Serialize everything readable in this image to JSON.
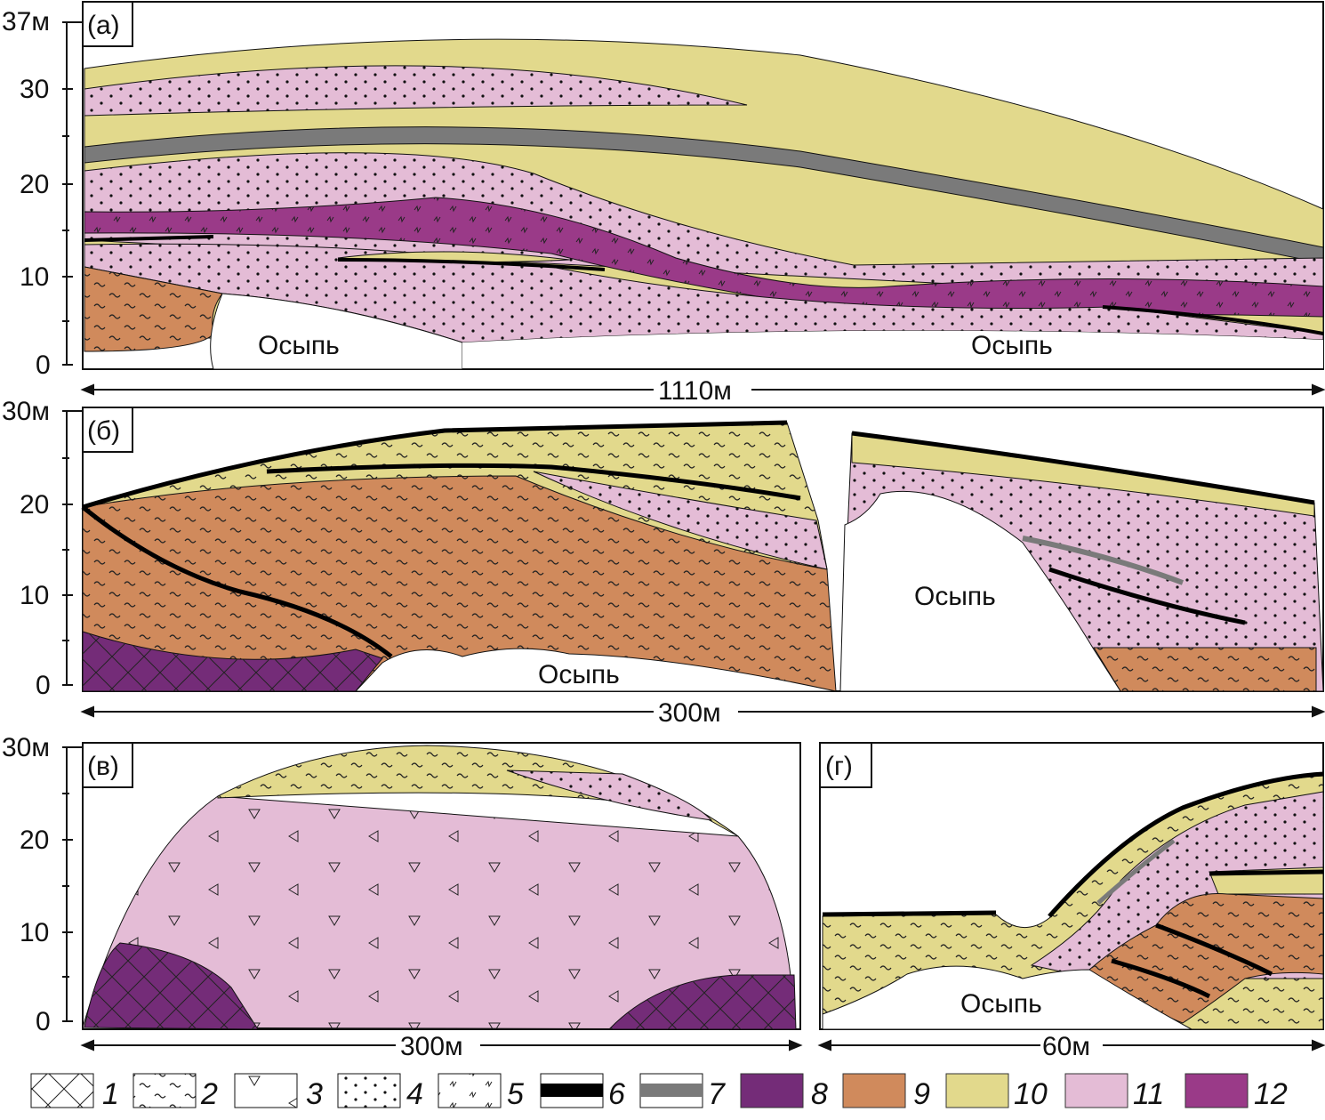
{
  "colors": {
    "unit8": "#742c78",
    "unit9": "#d08a5c",
    "unit10": "#e2d98c",
    "unit11": "#e4bcd6",
    "unit12": "#9a3a88",
    "unit6": "#000000",
    "unit7": "#7a7a7a"
  },
  "panels": {
    "a": {
      "label": "(а)",
      "y_ticks": [
        "37м",
        "30",
        "20",
        "10",
        "0"
      ],
      "scale": "1110м",
      "scree_labels": [
        "Осыпь",
        "Осыпь"
      ]
    },
    "b": {
      "label": "(б)",
      "y_ticks": [
        "30м",
        "20",
        "10",
        "0"
      ],
      "scale": "300м",
      "scree_labels": [
        "Осыпь",
        "Осыпь"
      ]
    },
    "v": {
      "label": "(в)",
      "y_ticks": [
        "30м",
        "20",
        "10",
        "0"
      ],
      "scale": "300м"
    },
    "g": {
      "label": "(г)",
      "scale": "60м",
      "scree_labels": [
        "Осыпь"
      ]
    }
  },
  "legend": [
    "1",
    "2",
    "3",
    "4",
    "5",
    "6",
    "7",
    "8",
    "9",
    "10",
    "11",
    "12"
  ]
}
